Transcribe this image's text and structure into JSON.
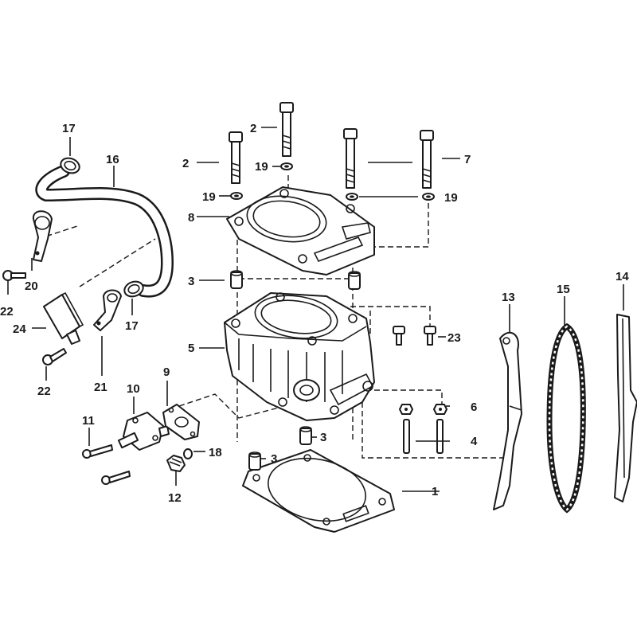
{
  "callouts": {
    "c1": "1",
    "c2a": "2",
    "c2b": "2",
    "c3a": "3",
    "c3b": "3",
    "c3c": "3",
    "c4": "4",
    "c5": "5",
    "c6": "6",
    "c7": "7",
    "c8": "8",
    "c9": "9",
    "c10": "10",
    "c11": "11",
    "c12": "12",
    "c13": "13",
    "c14": "14",
    "c15": "15",
    "c16": "16",
    "c17a": "17",
    "c17b": "17",
    "c18": "18",
    "c19a": "19",
    "c19b": "19",
    "c19c": "19",
    "c20": "20",
    "c21": "21",
    "c22a": "22",
    "c22b": "22",
    "c23": "23",
    "c24": "24"
  },
  "colors": {
    "line": "#1a1a1a",
    "background": "#ffffff"
  }
}
